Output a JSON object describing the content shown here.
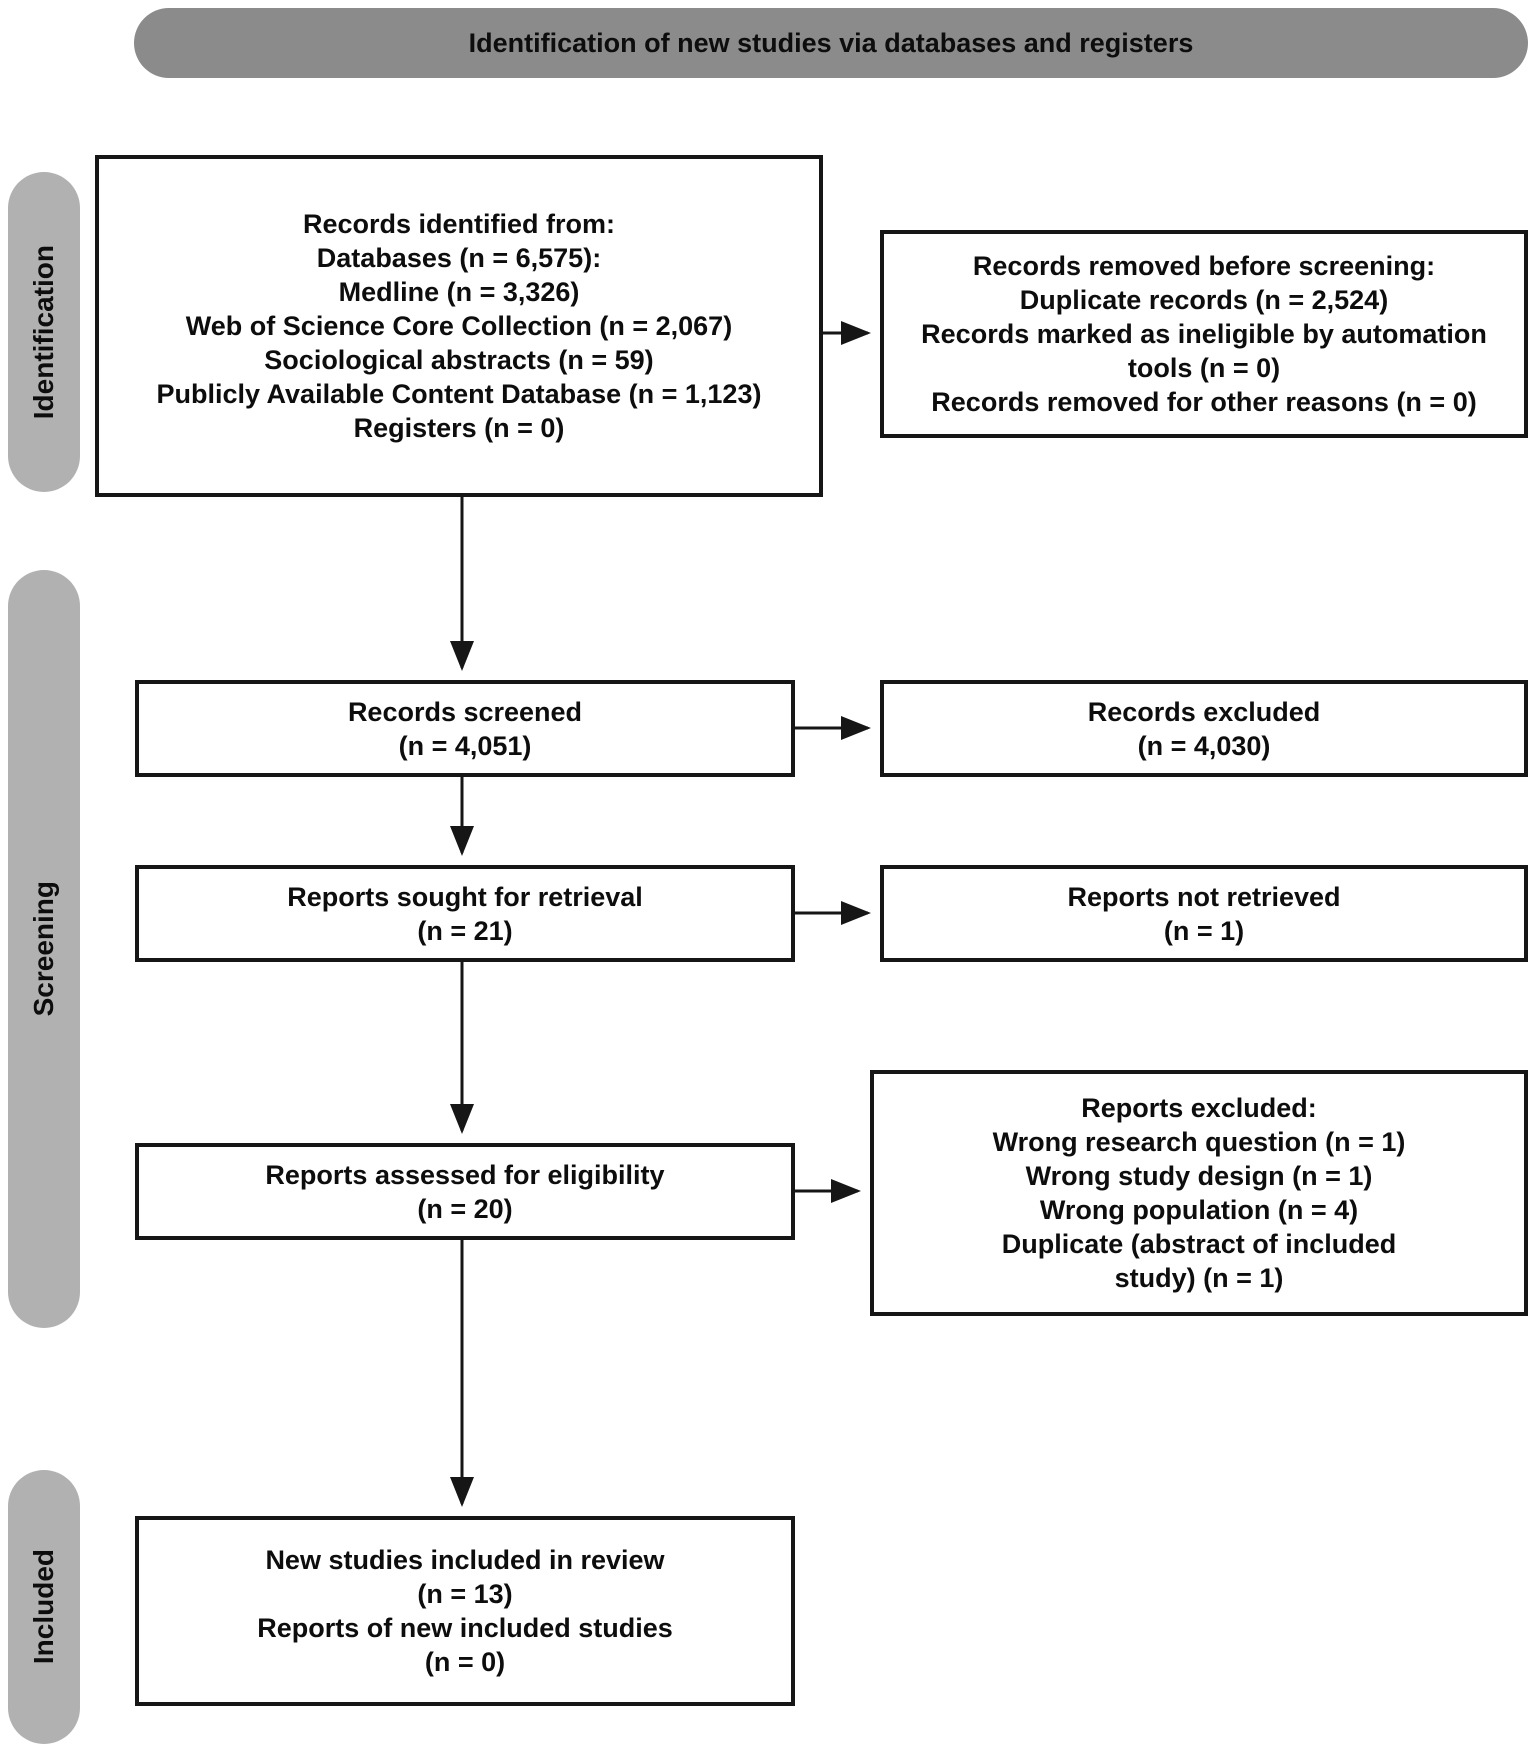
{
  "title": "Identification of new studies via databases and registers",
  "rails": {
    "identification": "Identification",
    "screening": "Screening",
    "included": "Included"
  },
  "colors": {
    "header_bg": "#8b8b8b",
    "rail_bg": "#b1b1b1",
    "box_border": "#161616",
    "arrow": "#161616",
    "text": "#0d0d0d"
  },
  "boxes": {
    "records_identified": {
      "lines": [
        "Records identified from:",
        "Databases (n = 6,575):",
        "Medline (n = 3,326)",
        "Web of Science Core Collection (n = 2,067)",
        "Sociological abstracts (n = 59)",
        "Publicly Available Content Database (n = 1,123)",
        "Registers (n = 0)"
      ]
    },
    "records_removed": {
      "lines": [
        "Records removed before screening:",
        "Duplicate records (n = 2,524)",
        "Records marked as ineligible by automation",
        "tools (n = 0)",
        "Records removed for other reasons (n = 0)"
      ]
    },
    "records_screened": {
      "lines": [
        "Records screened",
        "(n = 4,051)"
      ]
    },
    "records_excluded": {
      "lines": [
        "Records excluded",
        "(n = 4,030)"
      ]
    },
    "reports_sought": {
      "lines": [
        "Reports sought for retrieval",
        "(n = 21)"
      ]
    },
    "reports_not_retrieved": {
      "lines": [
        "Reports not retrieved",
        "(n = 1)"
      ]
    },
    "reports_assessed": {
      "lines": [
        "Reports assessed for eligibility",
        "(n = 20)"
      ]
    },
    "reports_excluded": {
      "lines": [
        "Reports excluded:",
        "Wrong research question (n = 1)",
        "Wrong study design (n = 1)",
        "Wrong population (n = 4)",
        "Duplicate (abstract of included",
        "study) (n = 1)"
      ]
    },
    "new_studies_included": {
      "lines": [
        "New studies included in review",
        "(n = 13)",
        "Reports of new included studies",
        "(n = 0)"
      ]
    }
  }
}
